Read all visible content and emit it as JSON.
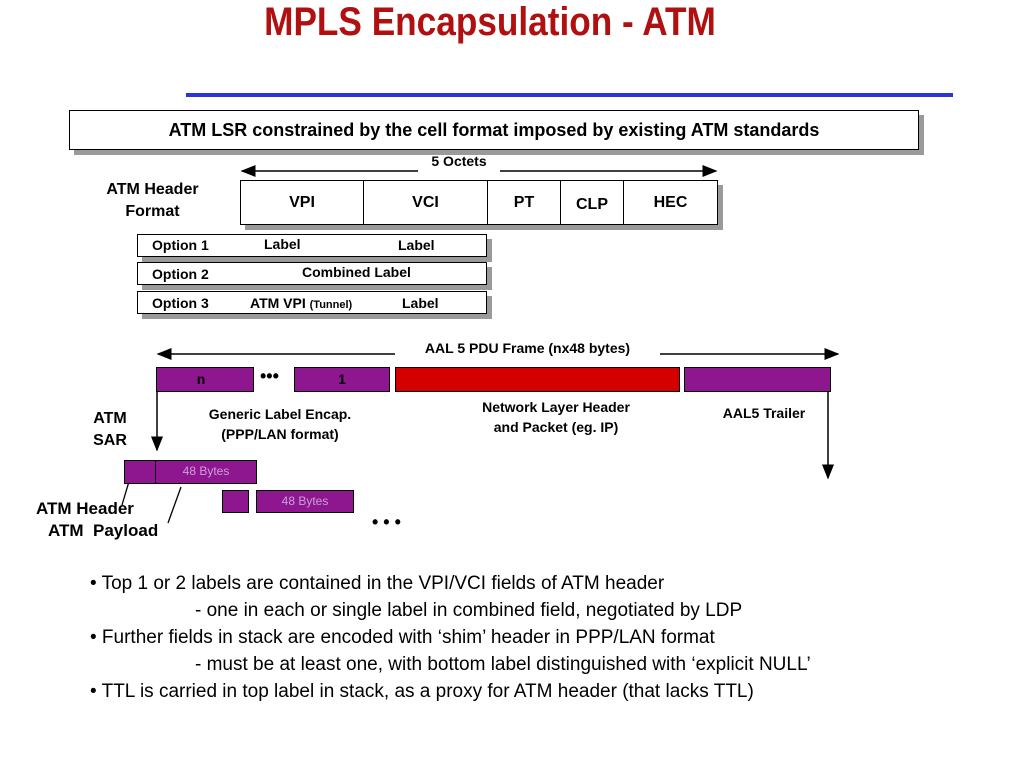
{
  "title": "MPLS Encapsulation - ATM",
  "subtitle_box": "ATM LSR constrained by the cell format imposed by existing ATM standards",
  "octets_label": "5 Octets",
  "header_format_label_1": "ATM Header",
  "header_format_label_2": "Format",
  "header_fields": [
    "VPI",
    "VCI",
    "PT",
    "CLP",
    "HEC"
  ],
  "options": [
    {
      "name": "Option 1",
      "a": "Label",
      "b": "Label"
    },
    {
      "name": "Option 2",
      "a": "Combined Label"
    },
    {
      "name": "Option 3",
      "a": "ATM VPI",
      "a_note": "(Tunnel)",
      "b": "Label"
    }
  ],
  "pdu_label": "AAL 5 PDU Frame (nx48 bytes)",
  "pdu_n": "n",
  "pdu_1": "1",
  "ellipsis": "•••",
  "generic_label_1": "Generic Label Encap.",
  "generic_label_2": "(PPP/LAN format)",
  "network_layer_1": "Network Layer Header",
  "network_layer_2": "and Packet (eg. IP)",
  "aal5_trailer": "AAL5 Trailer",
  "atm_sar_1": "ATM",
  "atm_sar_2": "SAR",
  "cell_payload": "48 Bytes",
  "atm_header": "ATM Header",
  "atm_payload": "ATM  Payload",
  "dots": "• • •",
  "bullets": [
    "• Top 1 or 2 labels are contained in the VPI/VCI fields of ATM header",
    "- one in each or single label in combined field, negotiated by LDP",
    "• Further fields in stack are encoded with ‘shim’ header in PPP/LAN format",
    "- must be at least one, with bottom label distinguished with ‘explicit NULL’",
    "• TTL is carried in top label in stack, as a proxy for ATM header (that lacks TTL)"
  ]
}
